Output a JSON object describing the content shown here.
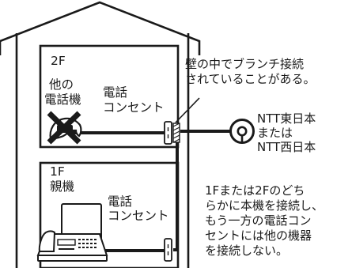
{
  "floor2": {
    "title": "2F",
    "other_phone_label": [
      "他の",
      "電話機"
    ],
    "outlet_label": [
      "電話",
      "コンセント"
    ]
  },
  "floor1": {
    "title": "1F",
    "main_unit_label": "親機",
    "outlet_label": [
      "電話",
      "コンセント"
    ]
  },
  "wall_note": [
    "壁の中でブランチ接続",
    "されていることがある。"
  ],
  "ntt_label": [
    "NTT東日本",
    "または",
    "NTT西日本"
  ],
  "instruction": [
    "1Fまたは2Fのどち",
    "らかに本機を接続し、",
    "もう一方の電話コン",
    "セントには他の機器",
    "を接続しない。"
  ],
  "icons": {
    "prohibited_phone": "crossed-out-phone-icon",
    "line_terminal": "ntt-line-terminal-icon",
    "fax_machine": "fax-machine-icon"
  }
}
